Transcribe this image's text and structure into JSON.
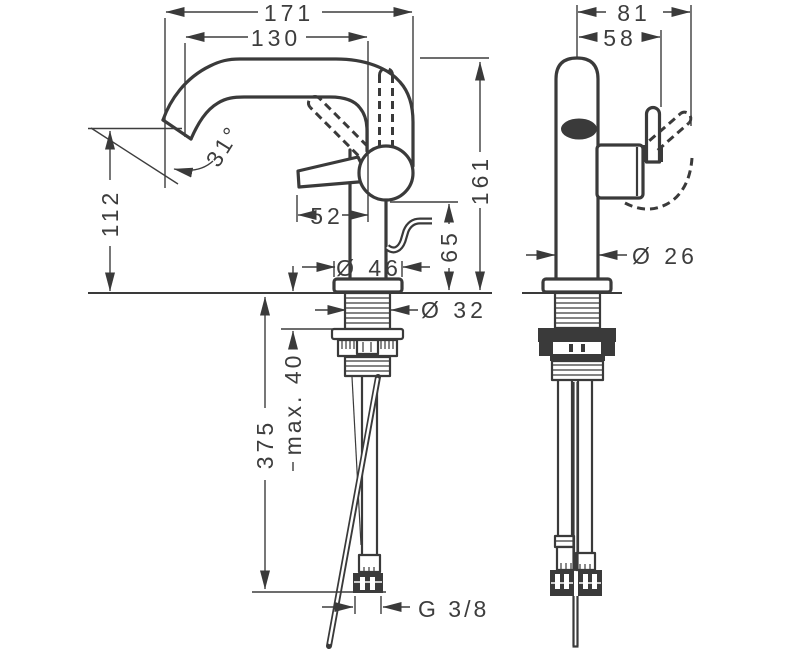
{
  "meta": {
    "type": "technical dimension drawing",
    "subject": "single-hole basin mixer faucet — front view and side view with millimetre dimensions"
  },
  "colors": {
    "line": "#3a3a3a",
    "background": "#ffffff"
  },
  "views": {
    "front": {
      "dims": {
        "total_width": "171",
        "spout_reach": "130",
        "spout_height": "112",
        "spout_angle": "31°",
        "handle_length": "52",
        "base_diameter": "Ø 46",
        "outlet_height": "65",
        "total_height": "161",
        "shank_diameter": "Ø 32",
        "counter_thickness": "max. 40",
        "hose_length": "375",
        "connection_thread": "G 3/8"
      }
    },
    "side": {
      "dims": {
        "depth_total": "81",
        "depth_handle": "58",
        "body_diameter": "Ø 26"
      }
    }
  }
}
